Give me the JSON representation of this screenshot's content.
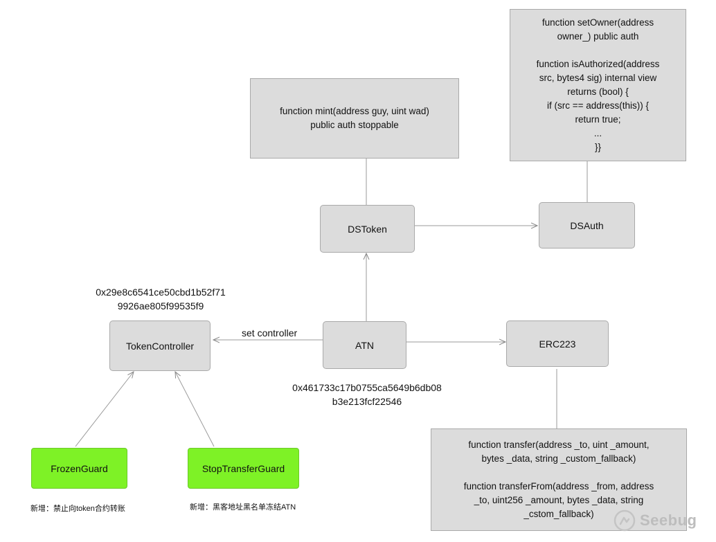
{
  "nodes": {
    "dstoken": "DSToken",
    "dsauth": "DSAuth",
    "token_controller": "TokenController",
    "atn": "ATN",
    "erc223": "ERC223",
    "frozen_guard": "FrozenGuard",
    "stop_transfer_guard": "StopTransferGuard"
  },
  "notes": {
    "mint": "function mint(address guy, uint wad)\npublic auth stoppable",
    "auth": "function setOwner(address\nowner_) public auth\n\nfunction isAuthorized(address\nsrc, bytes4 sig) internal view\nreturns (bool) {\n    if (src == address(this)) {\n        return true;\n    ...\n}}",
    "transfer": "function transfer(address _to, uint _amount,\nbytes _data, string _custom_fallback)\n\nfunction transferFrom(address _from, address\n_to, uint256 _amount, bytes _data, string\n_cstom_fallback)"
  },
  "labels": {
    "controller_address": "0x29e8c6541ce50cbd1b52f71\n9926ae805f99535f9",
    "atn_address": "0x461733c17b0755ca5649b6db08\nb3e213fcf22546",
    "set_controller": "set controller",
    "frozen_guard_note": "新增：禁止向token合约转账",
    "stop_transfer_note": "新增：黑客地址黑名单冻结ATN"
  },
  "watermark": "Seebug"
}
